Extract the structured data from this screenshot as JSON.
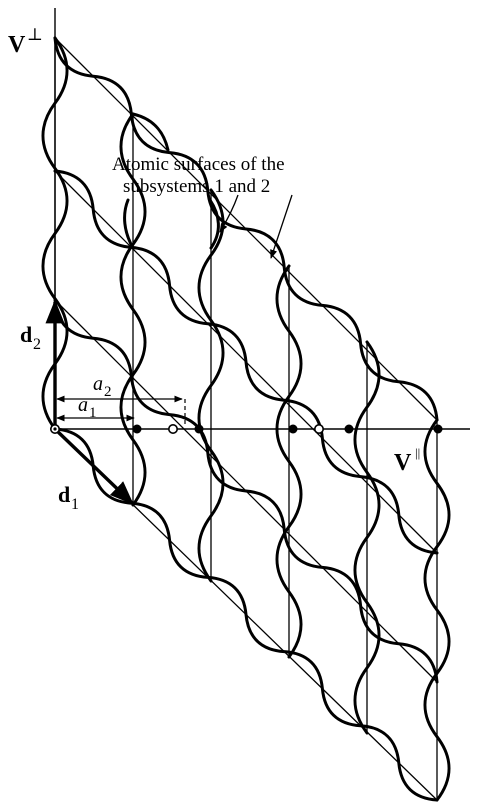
{
  "figure": {
    "labels": {
      "v_perp_base": "V",
      "v_perp_sup": "⊥",
      "v_par_base": "V",
      "v_par_sup": "||",
      "d2_base": "d",
      "d2_sub": "2",
      "d1_base": "d",
      "d1_sub": "1",
      "a2_base": "a",
      "a2_sub": "2",
      "a1_base": "a",
      "a1_sub": "1",
      "annotation_line1": "Atomic surfaces of the",
      "annotation_line2": "subsystems 1 and 2"
    },
    "colors": {
      "ink": "#000000",
      "background": "#ffffff"
    }
  }
}
